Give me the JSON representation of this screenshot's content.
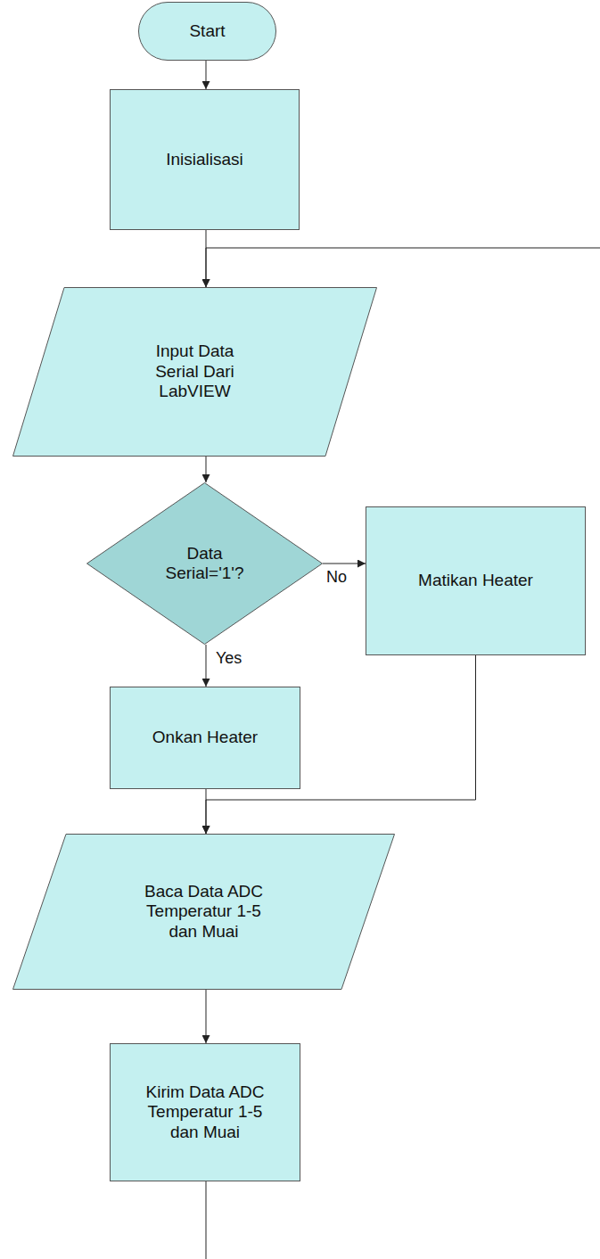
{
  "diagram": {
    "nodes": [
      {
        "text": [
          "Start"
        ]
      },
      {
        "text": [
          "Inisialisasi"
        ]
      },
      {
        "text": [
          "Input Data Serial Dari LabVIEW"
        ]
      },
      {
        "text": [
          "Data Serial='1'?"
        ]
      },
      {
        "text": [
          "Matikan Heater"
        ]
      },
      {
        "text": [
          "Onkan Heater"
        ]
      },
      {
        "text": [
          "Baca Data ADC Temperatur 1-5 dan Muai"
        ]
      },
      {
        "text": [
          "Kirim Data ADC Temperatur 1-5 dan Muai"
        ]
      }
    ],
    "edges": [
      {
        "from": 0,
        "to": 1,
        "arrow": "to"
      },
      {
        "from": 1,
        "to": 2,
        "arrow": "to"
      },
      {
        "from": 2,
        "to": 3,
        "arrow": "to"
      },
      {
        "from": 3,
        "to": 4,
        "label": "No",
        "arrow": "to"
      },
      {
        "from": 3,
        "to": 5,
        "label": "Yes",
        "arrow": "to"
      },
      {
        "from": 5,
        "to": 6,
        "arrow": "to"
      },
      {
        "from": 4,
        "to": 6,
        "arrow": "to"
      },
      {
        "from": 6,
        "to": 7,
        "arrow": "to"
      },
      {
        "from": 7,
        "to": 2,
        "arrow": "to"
      }
    ]
  }
}
